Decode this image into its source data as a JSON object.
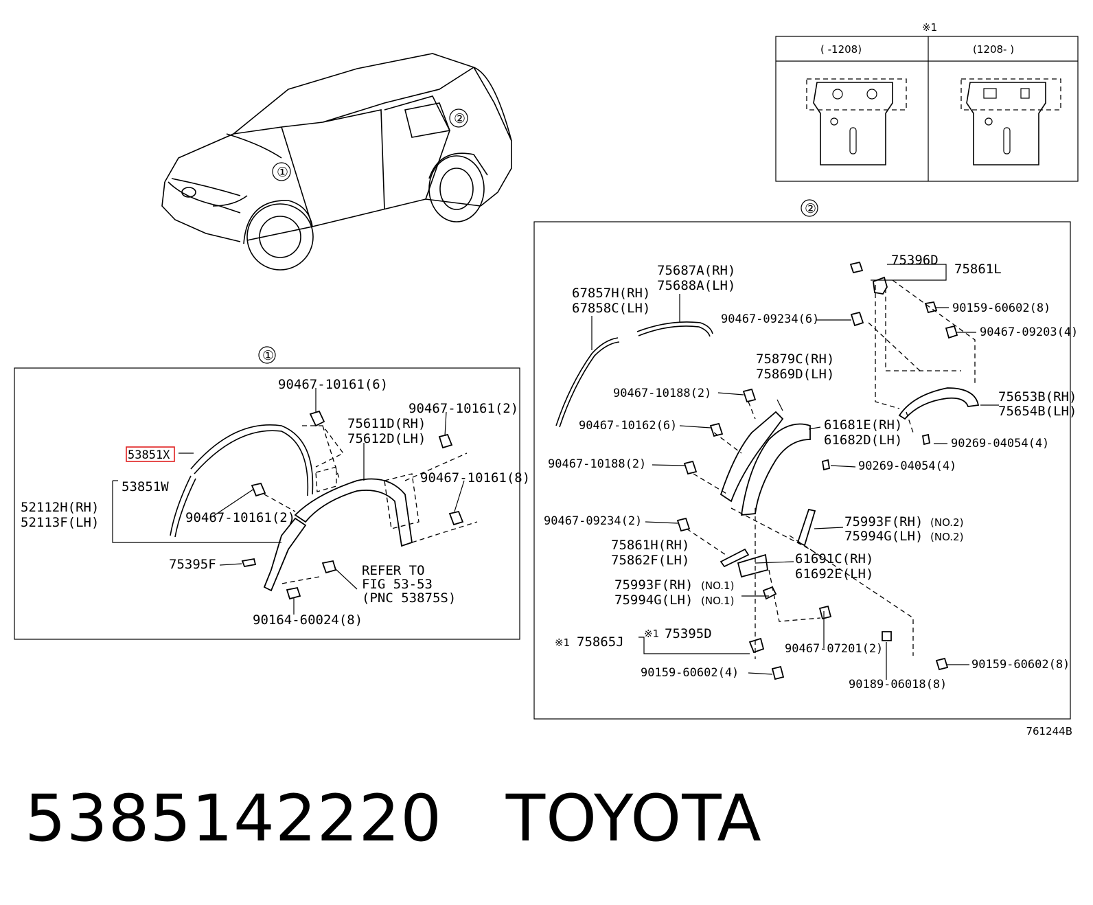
{
  "footer": {
    "part_number": "5385142220",
    "brand": "TOYOTA",
    "figure_id": "761244B"
  },
  "callouts": {
    "one": "①",
    "two": "②",
    "note_mark": "※1"
  },
  "inset": {
    "left_range": "(     -1208)",
    "right_range": "(1208-     )"
  },
  "section1": {
    "highlighted": "53851X",
    "labels": {
      "l1": "90467-10161(6)",
      "l2": "90467-10161(2)",
      "l3": "75611D(RH)",
      "l4": "75612D(LH)",
      "l5": "53851W",
      "l6": "52112H(RH)",
      "l7": "52113F(LH)",
      "l8": "90467-10161(2)",
      "l9": "90467-10161(8)",
      "l10": "75395F",
      "l11": "REFER TO",
      "l12": "FIG 53-53",
      "l13": "(PNC 53875S)",
      "l14": "90164-60024(8)"
    }
  },
  "section2": {
    "labels": {
      "a1": "75687A(RH)",
      "a2": "75688A(LH)",
      "a3": "67857H(RH)",
      "a4": "67858C(LH)",
      "a5": "75396D",
      "a6": "75861L",
      "a7": "90467-09234(6)",
      "a8": "90159-60602(8)",
      "a9": "90467-09203(4)",
      "a10": "75879C(RH)",
      "a11": "75869D(LH)",
      "a12": "90467-10188(2)",
      "a13": "75653B(RH)",
      "a14": "75654B(LH)",
      "a15": "90467-10162(6)",
      "a16": "61681E(RH)",
      "a17": "61682D(LH)",
      "a18": "90269-04054(4)",
      "a19": "90467-10188(2)",
      "a20": "90269-04054(4)",
      "a21": "90467-09234(2)",
      "a22": "75993F(RH)",
      "a23": "75994G(LH)",
      "a24": "(NO.2)",
      "a25": "(NO.2)",
      "a26": "75861H(RH)",
      "a27": "75862F(LH)",
      "a28": "61691C(RH)",
      "a29": "61692E(LH)",
      "a30": "75993F(RH)",
      "a31": "75994G(LH)",
      "a32": "(NO.1)",
      "a33": "(NO.1)",
      "a34": "75395D",
      "a35": "75865J",
      "a36": "90467-07201(2)",
      "a37": "90159-60602(4)",
      "a38": "90189-06018(8)",
      "a39": "90159-60602(8)"
    }
  }
}
